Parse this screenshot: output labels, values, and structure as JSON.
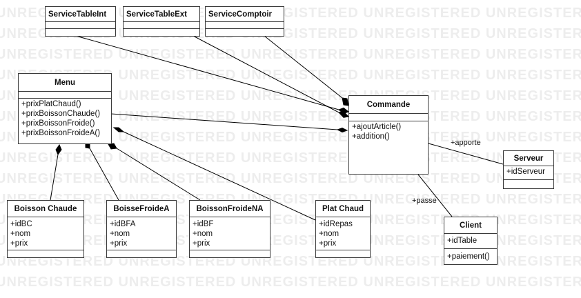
{
  "watermark": "UNREGISTERED UNREGISTERED UNREGISTERED UNREGISTERED UNREGISTERED",
  "classes": {
    "service_table_int": {
      "name": "ServiceTableInt"
    },
    "service_table_ext": {
      "name": "ServiceTableExt"
    },
    "service_comptoir": {
      "name": "ServiceComptoir"
    },
    "menu": {
      "name": "Menu",
      "operations": [
        "+prixPlatChaud()",
        "+prixBoissonChaude()",
        "+prixBoissonFroide()",
        "+prixBoissonFroideA()"
      ]
    },
    "commande": {
      "name": "Commande",
      "operations": [
        "+ajoutArticle()",
        "+addition()"
      ]
    },
    "serveur": {
      "name": "Serveur",
      "attributes": [
        "+idServeur"
      ]
    },
    "client": {
      "name": "Client",
      "attributes": [
        "+idTable"
      ],
      "operations": [
        "+paiement()"
      ]
    },
    "boisson_chaude": {
      "name": "Boisson Chaude",
      "attributes": [
        "+idBC",
        "+nom",
        "+prix"
      ]
    },
    "boisse_froide_a": {
      "name": "BoisseFroideA",
      "attributes": [
        "+idBFA",
        "+nom",
        "+prix"
      ]
    },
    "boisson_froide_na": {
      "name": "BoissonFroideNA",
      "attributes": [
        "+idBF",
        "+nom",
        "+prix"
      ]
    },
    "plat_chaud": {
      "name": "Plat Chaud",
      "attributes": [
        "+idRepas",
        "+nom",
        "+prix"
      ]
    }
  },
  "associations": {
    "apporte": "+apporte",
    "passe": "+passe"
  },
  "colors": {
    "line": "#000000",
    "border": "#3a3a3a",
    "watermark": "#ededed"
  }
}
